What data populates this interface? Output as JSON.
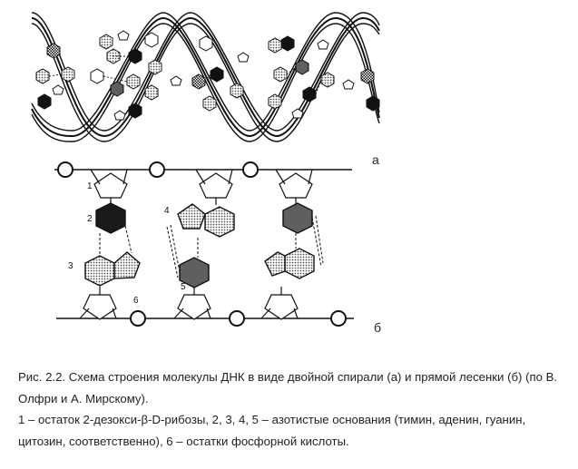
{
  "figure": {
    "panel_a_label": "а",
    "panel_b_label": "б",
    "numbers": [
      "1",
      "2",
      "3",
      "4",
      "5",
      "6"
    ]
  },
  "caption": {
    "line1": "Рис. 2.2. Схема строения молекулы ДНК в виде двойной спирали (а) и прямой лесенки (б) (по В. Олфри и А. Мирскому).",
    "line2": "1 – остаток 2-дезокси-β-D-рибозы, 2, 3, 4, 5 – азотистые основания (тимин, аденин, гуанин, цитозин, соответственно), 6 – остатки фосфорной кислоты."
  },
  "colors": {
    "ink": "#111111",
    "dark_base": "#1a1a1a",
    "medium_base": "#9a9a9a",
    "light_base": "#d0d0d0"
  }
}
